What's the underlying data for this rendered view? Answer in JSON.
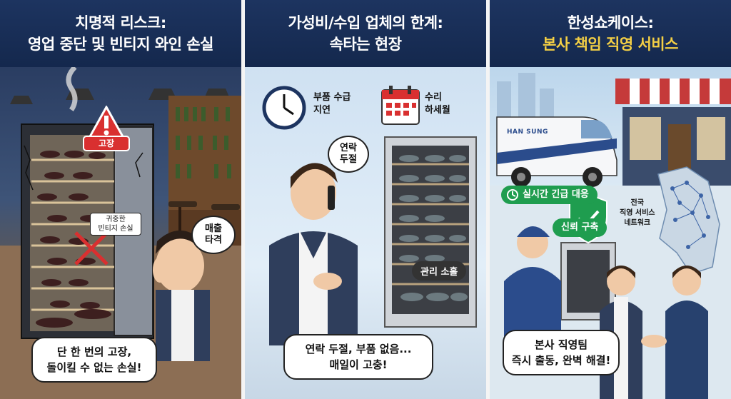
{
  "panels": [
    {
      "title_line1": "치명적 리스크:",
      "title_line2": "영업 중단 및 빈티지 와인 손실",
      "warning_label": "고장",
      "tag_text": "귀중한\n빈티지 손실",
      "thought_text": "매출\n타격",
      "bubble_text": "단 한 번의 고장,\n돌이킬 수 없는 손실!"
    },
    {
      "title_line1": "가성비/수입 업체의 한계:",
      "title_line2": "속타는 현장",
      "clock_label": "부품 수급\n지연",
      "calendar_label": "수리\n하세월",
      "thought_text": "연락\n두절",
      "dark_pill": "관리 소홀",
      "bubble_text": "연락 두절, 부품 없음...\n매일이 고충!"
    },
    {
      "title_line1": "한성쇼케이스:",
      "title_line2": "본사 책임 직영 서비스",
      "van_label": "HAN SUNG",
      "pill1": "실시간 긴급 대응",
      "pill2": "신뢰 구축",
      "map_label": "전국\n직영 서비스\n네트워크",
      "bubble_text": "본사 직영팀\n즉시 출동, 완벽 해결!"
    }
  ],
  "colors": {
    "header_bg": "#1d3460",
    "highlight_yellow": "#f3cf45",
    "warning_red": "#d93030",
    "pill_green": "#1f9d4f"
  }
}
